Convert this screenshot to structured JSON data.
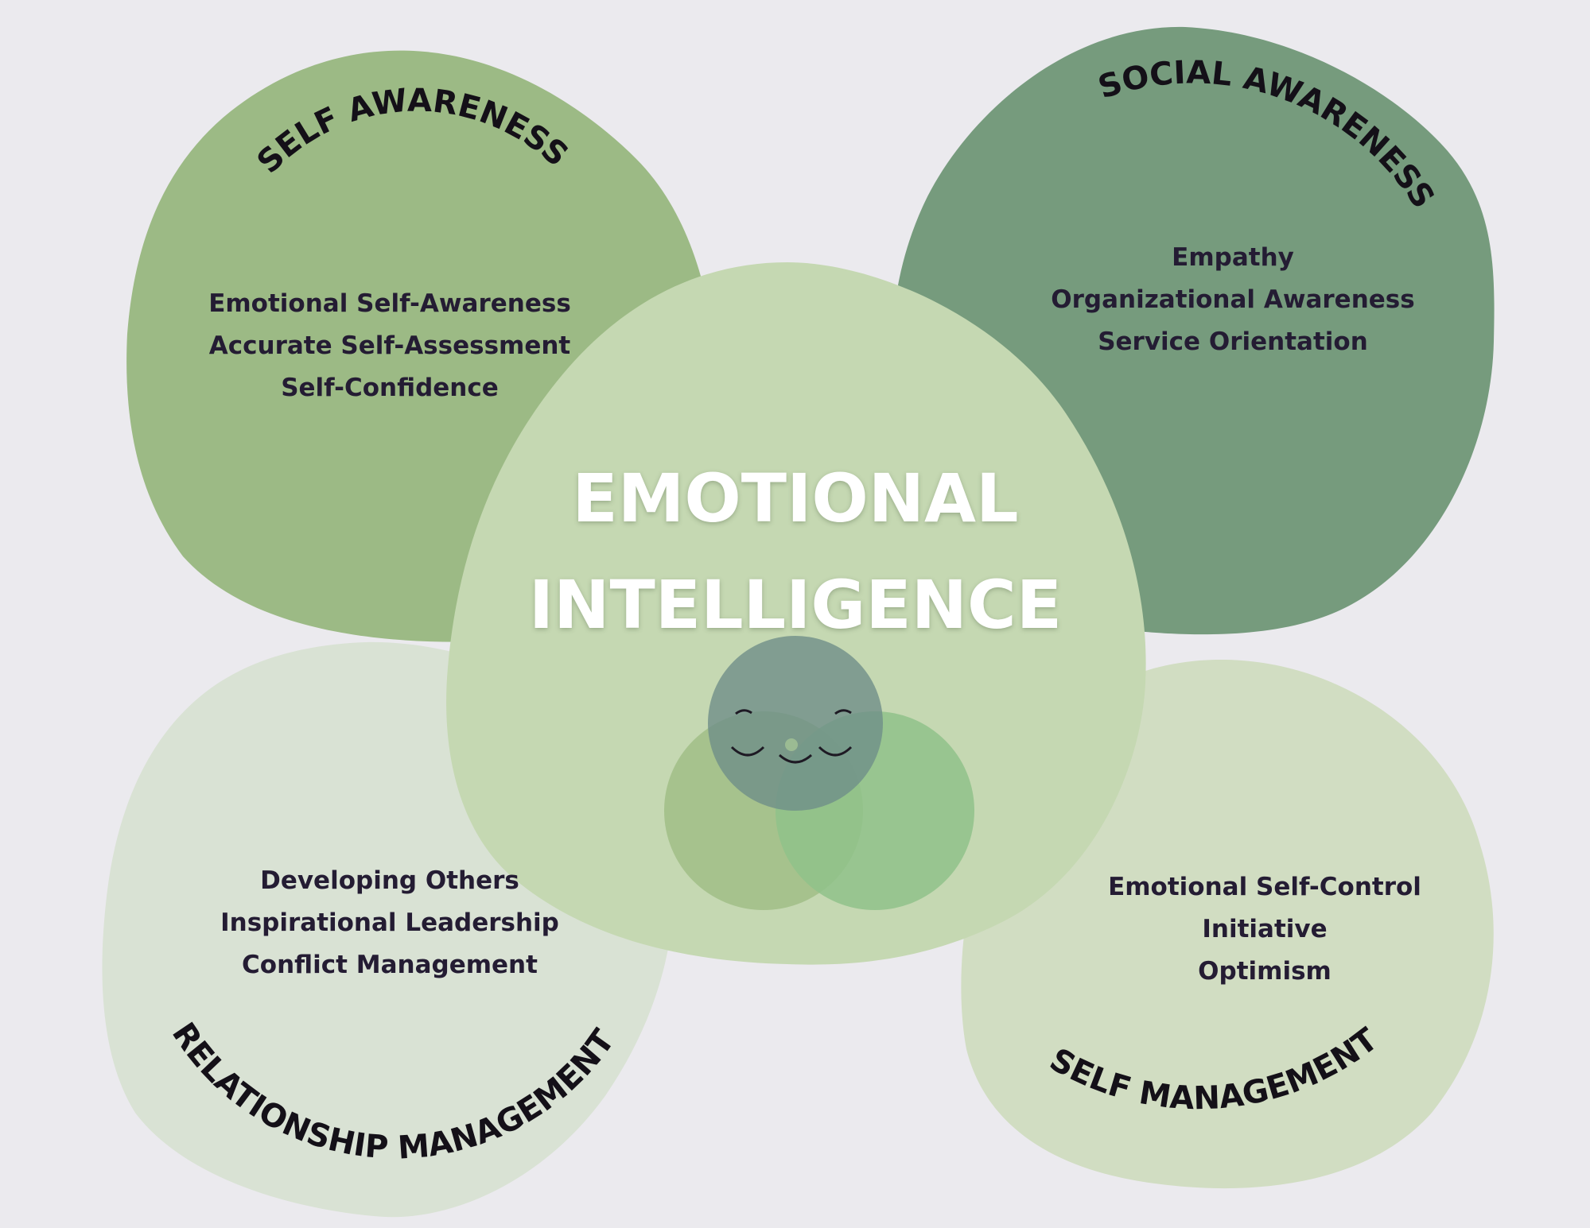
{
  "title": {
    "line1": "EMOTIONAL",
    "line2": "INTELLIGENCE"
  },
  "quadrants": {
    "self_awareness": {
      "heading": "SELF AWARENESS",
      "items": [
        "Emotional Self-Awareness",
        "Accurate Self-Assessment",
        "Self-Confidence"
      ],
      "color": "#9cba85"
    },
    "social_awareness": {
      "heading": "SOCIAL AWARENESS",
      "items": [
        "Empathy",
        "Organizational Awareness",
        "Service Orientation"
      ],
      "color": "#769b7d"
    },
    "relationship_management": {
      "heading": "RELATIONSHIP MANAGEMENT",
      "items": [
        "Developing Others",
        "Inspirational Leadership",
        "Conflict Management"
      ],
      "color": "#d9e2d4"
    },
    "self_management": {
      "heading": "SELF MANAGEMENT",
      "items": [
        "Emotional Self-Control",
        "Initiative",
        "Optimism"
      ],
      "color": "#d1ddc2"
    }
  },
  "center_color": "#c5d8b2",
  "illustration": {
    "icon": "smiling-venn-circles-icon"
  }
}
